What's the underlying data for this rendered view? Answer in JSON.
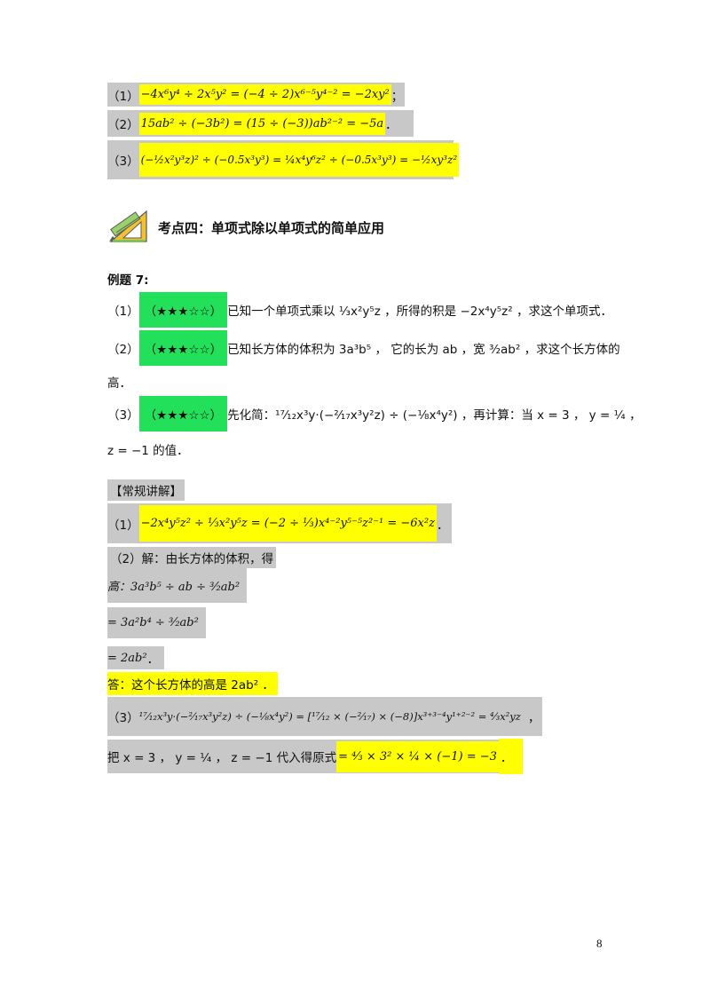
{
  "review": [
    {
      "label": "（1）",
      "expr": "−4x⁶y⁴ ÷ 2x⁵y² = (−4 ÷ 2)x⁶⁻⁵y⁴⁻² = −2xy²",
      "tail": "；"
    },
    {
      "label": "（2）",
      "expr": "15ab² ÷ (−3b²) = (15 ÷ (−3))ab²⁻² = −5a",
      "tail": "．"
    },
    {
      "label": "（3）",
      "expr": "(−½x²y³z)² ÷ (−0.5x³y³) = ¼x⁴y⁶z² ÷ (−0.5x³y³) = −½xy³z²",
      "tail": ""
    }
  ],
  "section": {
    "icon": "ruler-triangle-pencil-icon",
    "title": "考点四：单项式除以单项式的简单应用"
  },
  "example": {
    "title": "例题 7:",
    "problems": [
      {
        "num": "（1）",
        "stars": "（★★★☆☆）",
        "text": "已知一个单项式乘以 ⅓x²y⁵z ，所得的积是 −2x⁴y⁵z² ，求这个单项式．"
      },
      {
        "num": "（2）",
        "stars": "（★★★☆☆）",
        "text": "已知长方体的体积为 3a³b⁵ ， 它的长为 ab ，宽 ³⁄₂ab² ，求这个长方体的",
        "text2": "高．"
      },
      {
        "num": "（3）",
        "stars": "（★★★☆☆）",
        "text": "先化简：¹⁷⁄₁₂x³y·(−²⁄₁₇x³y²z) ÷ (−⅛x⁴y²) ，再计算：当 x = 3 ， y = ¼ ，",
        "text2": "z = −1 的值．"
      }
    ]
  },
  "solution": {
    "title": "【常规讲解】",
    "s1_label": "（1）",
    "s1_expr": "−2x⁴y⁵z² ÷ ⅓x²y⁵z = (−2 ÷ ⅓)x⁴⁻²y⁵⁻⁵z²⁻¹ = −6x²z",
    "s1_tail": "．",
    "s2_intro": "（2）解：由长方体的体积，得",
    "s2_l1": "高：3a³b⁵ ÷ ab ÷ ³⁄₂ab²",
    "s2_l2": "= 3a²b⁴ ÷ ³⁄₂ab²",
    "s2_l3": "= 2ab²",
    "s2_l3_tail": "．",
    "s2_answer": "答：这个长方体的高是 2ab² ．",
    "s3_label": "（3）",
    "s3_expr": "¹⁷⁄₁₂x³y·(−²⁄₁₇x³y²z) ÷ (−⅛x⁴y²) = [¹⁷⁄₁₂ × (−²⁄₁₇) × (−8)]x³⁺³⁻⁴y¹⁺²⁻² = ⁴⁄₃x²yz",
    "s3_tail": "，",
    "s3_sub": "把 x = 3 ， y = ¼ ， z = −1 代入得原式",
    "s3_result": "= ⁴⁄₃ × 3² × ¼ × (−1) = −3",
    "s3_result_tail": "．"
  },
  "page_number": "8"
}
